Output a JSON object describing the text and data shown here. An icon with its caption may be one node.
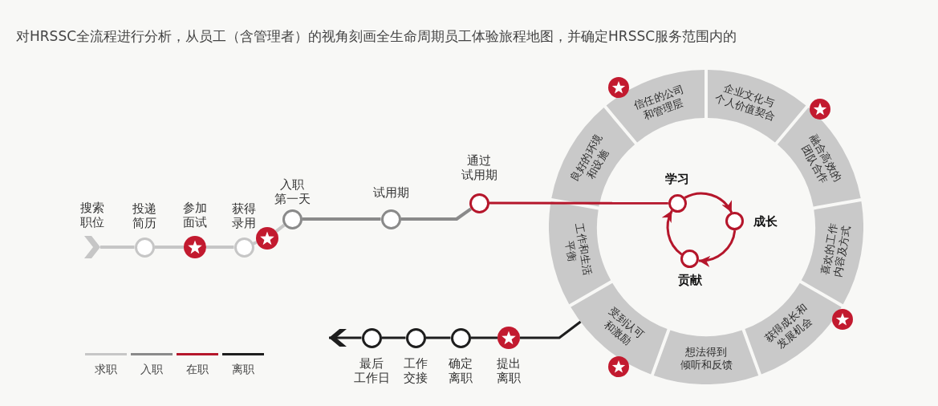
{
  "diagram": {
    "title": "对HRSSC全流程进行分析，从员工（含管理者）的视角刻画全生命周期员工体验旅程地图，并确定HRSSC服务范围内的",
    "nodes": [
      {
        "text": [
          "搜索职位"
        ]
      },
      {
        "text": [
          "投递简历"
        ]
      },
      {
        "text": [
          "参加面试"
        ]
      },
      {
        "text": [
          "获得录用"
        ]
      },
      {
        "text": [],
        "shape": "circle"
      },
      {
        "text": [
          "入职第一天"
        ]
      },
      {
        "text": [
          "试用期"
        ]
      },
      {
        "text": [
          "通过试用期"
        ]
      },
      {
        "text": [
          "信任的公司和管理层"
        ]
      },
      {
        "text": [
          "企业文化与个人价值契合"
        ]
      },
      {
        "text": [
          "融合高效的团队合作"
        ]
      },
      {
        "text": [
          "喜欢的工作内容及方式"
        ]
      },
      {
        "text": [
          "获得成长和发展机会"
        ]
      },
      {
        "text": [
          "想法得到倾听和反馈"
        ]
      },
      {
        "text": [
          "受到认可和激励"
        ]
      },
      {
        "text": [
          "工作和生活平衡"
        ]
      },
      {
        "text": [
          "良好的环境和设施"
        ]
      },
      {
        "text": [
          "学习"
        ]
      },
      {
        "text": [
          "成长"
        ]
      },
      {
        "text": [
          "贡献"
        ]
      },
      {
        "text": [
          "提出离职"
        ]
      },
      {
        "text": [
          "确定离职"
        ]
      },
      {
        "text": [
          "工作交接"
        ]
      },
      {
        "text": [
          "最后工作日"
        ]
      }
    ],
    "edges": [
      {
        "from": 0,
        "to": 1,
        "arrow": "none",
        "color": "#c6c6c6"
      },
      {
        "from": 1,
        "to": 2,
        "arrow": "none",
        "color": "#c6c6c6"
      },
      {
        "from": 2,
        "to": 3,
        "arrow": "none",
        "color": "#c6c6c6"
      },
      {
        "from": 3,
        "to": 4,
        "arrow": "none",
        "color": "#c6c6c6"
      },
      {
        "from": 4,
        "to": 5,
        "arrow": "none",
        "color": "#c6c6c6"
      },
      {
        "from": 5,
        "to": 6,
        "arrow": "none",
        "color": "#8a8a8a"
      },
      {
        "from": 6,
        "to": 7,
        "arrow": "none",
        "color": "#8a8a8a"
      },
      {
        "from": 7,
        "to": 17,
        "arrow": "none",
        "color": "#b5162b"
      },
      {
        "from": 17,
        "to": 18,
        "arrow": "to",
        "color": "#b5162b"
      },
      {
        "from": 18,
        "to": 19,
        "arrow": "to",
        "color": "#b5162b"
      },
      {
        "from": 19,
        "to": 17,
        "arrow": "to",
        "color": "#b5162b"
      },
      {
        "from": 14,
        "to": 20,
        "arrow": "none",
        "color": "#1e1e1e"
      },
      {
        "from": 20,
        "to": 21,
        "arrow": "none",
        "color": "#1e1e1e"
      },
      {
        "from": 21,
        "to": 22,
        "arrow": "none",
        "color": "#1e1e1e"
      },
      {
        "from": 22,
        "to": 23,
        "arrow": "none",
        "color": "#1e1e1e"
      },
      {
        "from": 23,
        "to": null,
        "arrow": "to",
        "color": "#1e1e1e"
      }
    ],
    "legend": [
      {
        "text": "求职"
      },
      {
        "text": "入职"
      },
      {
        "text": "在职"
      },
      {
        "text": "离职"
      }
    ]
  }
}
